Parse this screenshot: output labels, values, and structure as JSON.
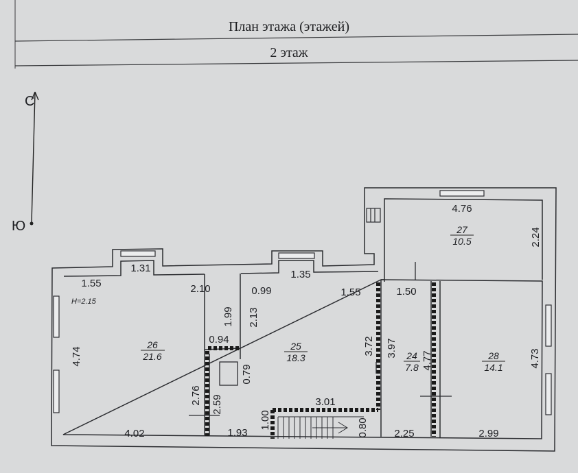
{
  "header": {
    "title": "План этажа (этажей)",
    "floor": "2 этаж"
  },
  "compass": {
    "north": "С",
    "south": "Ю"
  },
  "ceiling_height": "H=2.15",
  "rooms": [
    {
      "id": "26",
      "number": "26",
      "area": "21.6"
    },
    {
      "id": "25",
      "number": "25",
      "area": "18.3"
    },
    {
      "id": "24",
      "number": "24",
      "area": "7.8"
    },
    {
      "id": "27",
      "number": "27",
      "area": "10.5"
    },
    {
      "id": "28",
      "number": "28",
      "area": "14.1"
    }
  ],
  "dimensions": {
    "d131": "1.31",
    "d155a": "1.55",
    "d210": "2.10",
    "d199": "1.99",
    "d094": "0.94",
    "d474": "4.74",
    "d276": "2.76",
    "d259": "2.59",
    "d402": "4.02",
    "d135": "1.35",
    "d099": "0.99",
    "d213": "2.13",
    "d155b": "1.55",
    "d079": "0.79",
    "d372": "3.72",
    "d397": "3.97",
    "d301": "3.01",
    "d100": "1.00",
    "d193": "1.93",
    "d080": "0.80",
    "d476": "4.76",
    "d224": "2.24",
    "d150": "1.50",
    "d477": "4.77",
    "d225": "2.25",
    "d473": "4.73",
    "d299": "2.99"
  },
  "colors": {
    "paper": "#d9dadb",
    "ink": "#1d1e22"
  }
}
